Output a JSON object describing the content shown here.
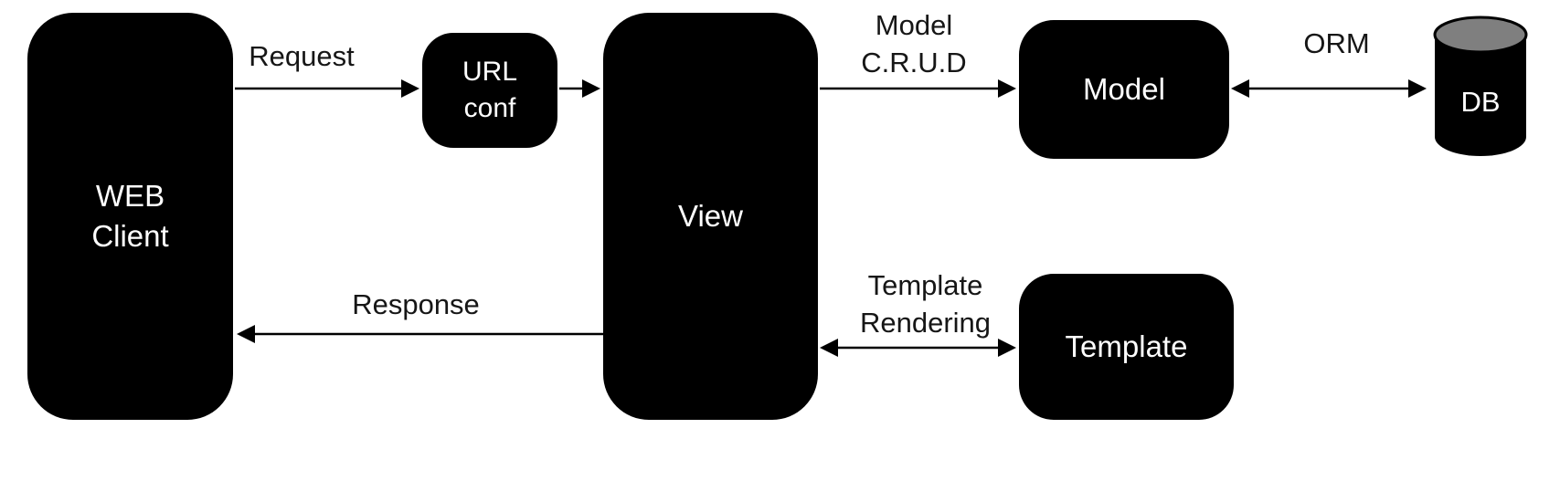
{
  "diagram": {
    "type": "architecture-flow",
    "nodes": {
      "web_client": {
        "lines": [
          "WEB",
          "Client"
        ]
      },
      "url_conf": {
        "lines": [
          "URL",
          "conf"
        ]
      },
      "view": {
        "label": "View"
      },
      "model": {
        "label": "Model"
      },
      "db": {
        "label": "DB"
      },
      "template": {
        "label": "Template"
      }
    },
    "edge_labels": {
      "request": "Request",
      "response": "Response",
      "model_crud_lines": [
        "Model",
        "C.R.U.D"
      ],
      "orm": "ORM",
      "template_rendering_lines": [
        "Template",
        "Rendering"
      ]
    },
    "colors": {
      "node_fill": "#000000",
      "node_text": "#ffffff",
      "edge_stroke": "#000000",
      "label_text": "#161616",
      "db_top_fill": "#7f7f7f",
      "background": "#ffffff"
    }
  }
}
